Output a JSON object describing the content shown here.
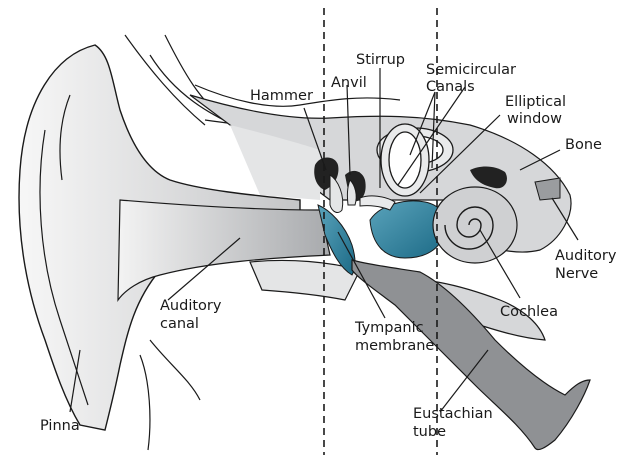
{
  "labels": {
    "stirrup": "Stirrup",
    "semicircular_1": "Semicircular",
    "semicircular_2": "Canals",
    "anvil": "Anvil",
    "hammer": "Hammer",
    "elliptical_1": "Elliptical",
    "elliptical_2": "window",
    "bone": "Bone",
    "auditory_nerve_1": "Auditory",
    "auditory_nerve_2": "Nerve",
    "auditory_canal_1": "Auditory",
    "auditory_canal_2": "canal",
    "tympanic_1": "Tympanic",
    "tympanic_2": "membrane",
    "cochlea": "Cochlea",
    "pinna": "Pinna",
    "eustachian_1": "Eustachian",
    "eustachian_2": "tube"
  },
  "colors": {
    "outline": "#1a1a1a",
    "gray_fill": "#c9cacc",
    "light_gray_fill": "#e4e5e6",
    "dark_gray_fill": "#8f9194",
    "inner_ear_blue": "#2f7f9a",
    "bone_dark": "#222222"
  }
}
